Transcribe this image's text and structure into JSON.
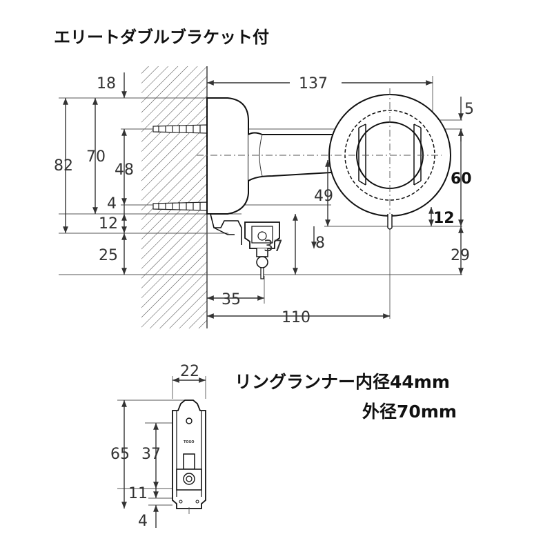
{
  "title": "エリートダブルブラケット付",
  "ring_runner_note": {
    "line1": "リングランナー内径44mm",
    "line2": "外径70mm"
  },
  "main_view": {
    "dims": {
      "d137": "137",
      "d18": "18",
      "d82": "82",
      "d70": "70",
      "d48": "48",
      "d4": "4",
      "d12_left": "12",
      "d25": "25",
      "d49": "49",
      "d8": "8",
      "d37": "37",
      "d35": "35",
      "d110": "110",
      "d5": "5",
      "d60": "60",
      "d12_right": "12",
      "d29": "29"
    }
  },
  "detail_view": {
    "dims": {
      "d22": "22",
      "d65": "65",
      "d37": "37",
      "d11": "11",
      "d4": "4"
    },
    "label": "TOSO"
  }
}
